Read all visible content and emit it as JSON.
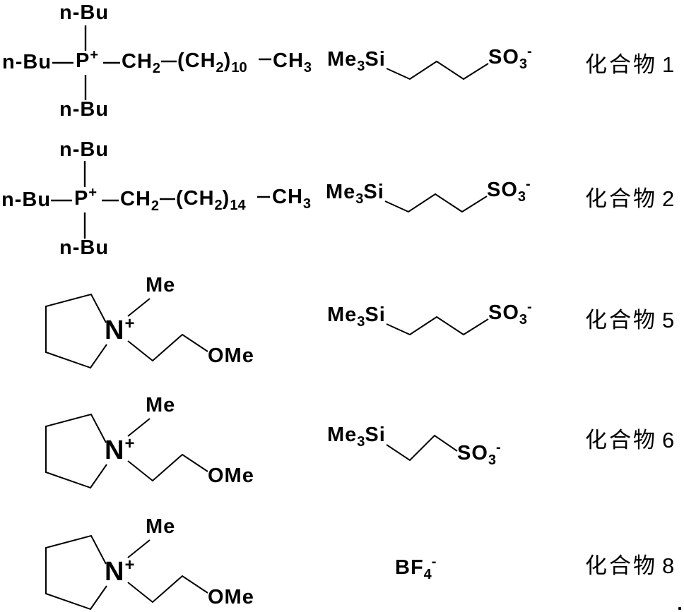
{
  "compounds": [
    {
      "label": {
        "name": "化合物",
        "number": "1"
      },
      "cation": {
        "n_bu_top": "n-Bu",
        "n_bu_left": "n-Bu",
        "n_bu_bottom": "n-Bu",
        "p_symbol": "P",
        "p_charge": "+",
        "ch2_base": "CH",
        "ch2_sub": "2",
        "chain_open": "(CH",
        "chain_sub": "2",
        "chain_close": ")",
        "chain_count": "10",
        "ch3_base": "CH",
        "ch3_sub": "3"
      },
      "anion": {
        "si_base": "Me",
        "si_sub": "3",
        "si_suffix": "Si",
        "so_base": "SO",
        "so_sub": "3",
        "so_charge": "-"
      }
    },
    {
      "label": {
        "name": "化合物",
        "number": "2"
      },
      "cation": {
        "n_bu_top": "n-Bu",
        "n_bu_left": "n-Bu",
        "n_bu_bottom": "n-Bu",
        "p_symbol": "P",
        "p_charge": "+",
        "ch2_base": "CH",
        "ch2_sub": "2",
        "chain_open": "(CH",
        "chain_sub": "2",
        "chain_close": ")",
        "chain_count": "14",
        "ch3_base": "CH",
        "ch3_sub": "3"
      },
      "anion": {
        "si_base": "Me",
        "si_sub": "3",
        "si_suffix": "Si",
        "so_base": "SO",
        "so_sub": "3",
        "so_charge": "-"
      }
    },
    {
      "label": {
        "name": "化合物",
        "number": "5"
      },
      "cation": {
        "me_label": "Me",
        "n_symbol": "N",
        "n_charge": "+",
        "ome_label": "OMe"
      },
      "anion": {
        "si_base": "Me",
        "si_sub": "3",
        "si_suffix": "Si",
        "so_base": "SO",
        "so_sub": "3",
        "so_charge": "-"
      }
    },
    {
      "label": {
        "name": "化合物",
        "number": "6"
      },
      "cation": {
        "me_label": "Me",
        "n_symbol": "N",
        "n_charge": "+",
        "ome_label": "OMe"
      },
      "anion": {
        "si_base": "Me",
        "si_sub": "3",
        "si_suffix": "Si",
        "so_base": "SO",
        "so_sub": "3",
        "so_charge": "-"
      }
    },
    {
      "label": {
        "name": "化合物",
        "number": "8"
      },
      "cation": {
        "me_label": "Me",
        "n_symbol": "N",
        "n_charge": "+",
        "ome_label": "OMe"
      },
      "anion": {
        "bf_base": "BF",
        "bf_sub": "4",
        "bf_charge": "-"
      }
    }
  ]
}
